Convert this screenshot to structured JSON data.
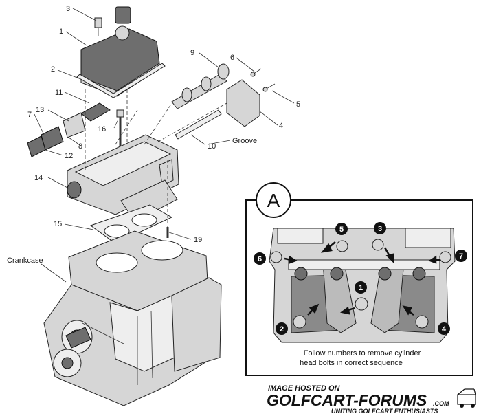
{
  "labels": {
    "n1": "1",
    "n2": "2",
    "n3": "3",
    "n4": "4",
    "n5": "5",
    "n6": "6",
    "n7": "7",
    "n8": "8",
    "n9": "9",
    "n10": "10",
    "n11": "11",
    "n12": "12",
    "n13": "13",
    "n14": "14",
    "n15": "15",
    "n16": "16",
    "n19": "19",
    "groove": "Groove",
    "crankcase": "Crankcase"
  },
  "inset": {
    "letter": "A",
    "callouts": [
      "1",
      "2",
      "3",
      "4",
      "5",
      "6",
      "7"
    ],
    "caption_line1": "Follow numbers to remove cylinder",
    "caption_line2": "head bolts in correct sequence"
  },
  "watermark": {
    "line1": "IMAGE HOSTED ON",
    "brand_a": "GOLFCART-",
    "brand_b": "FORUMS",
    "dotcom": ".COM",
    "tagline": "UNITING GOLFCART ENTHUSIASTS"
  },
  "colors": {
    "line": "#222222",
    "part_fill": "#d6d6d6",
    "callout_fill": "#111111",
    "background": "#ffffff"
  }
}
